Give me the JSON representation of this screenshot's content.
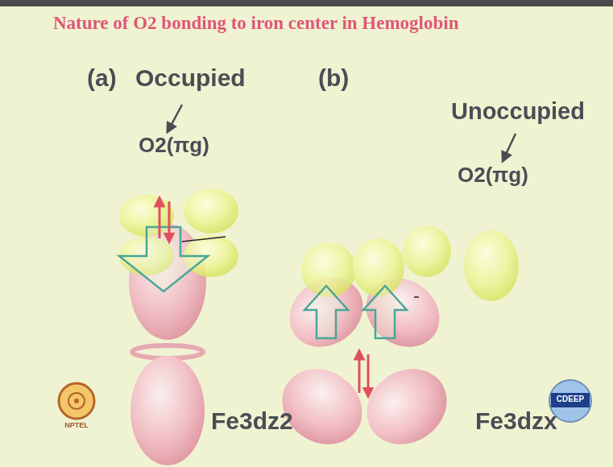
{
  "diagram": {
    "title": "Nature of O2 bonding to iron center in Hemoglobin",
    "labels": [
      "(a)",
      "Occupied",
      "O2(πg)",
      "(b)",
      "Unoccupied",
      "O2(πg)",
      "Fe3dz2",
      "Fe3dzx",
      "NPTEL",
      "CDEEP"
    ]
  }
}
